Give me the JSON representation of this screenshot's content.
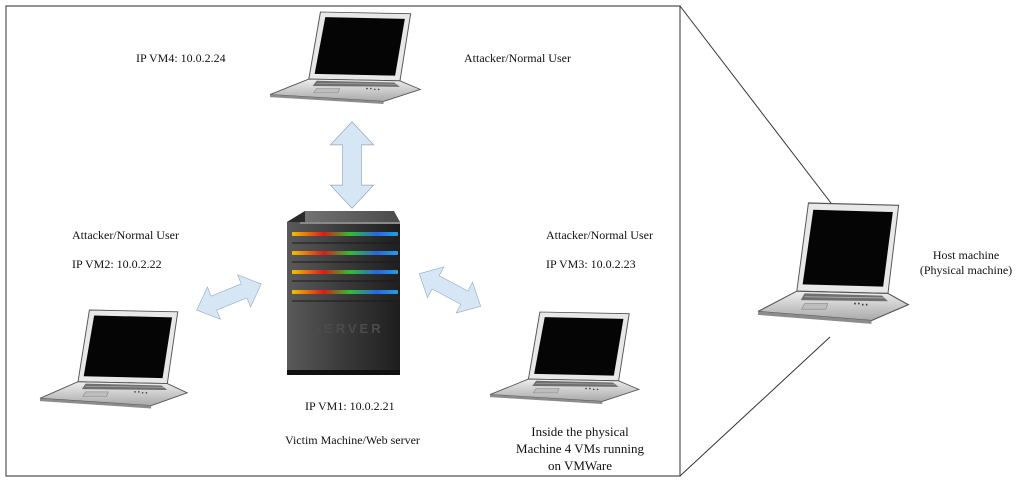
{
  "vm4": {
    "ip": "IP VM4: 10.0.2.24",
    "role": "Attacker/Normal User"
  },
  "vm2": {
    "role": "Attacker/Normal User",
    "ip": "IP VM2: 10.0.2.22"
  },
  "vm3": {
    "role": "Attacker/Normal User",
    "ip": "IP VM3: 10.0.2.23"
  },
  "vm1": {
    "ip": "IP VM1: 10.0.2.21",
    "role": "Victim Machine/Web server",
    "case_text": "SERVER"
  },
  "inside_note": {
    "line1": "Inside the physical",
    "line2": "Machine 4 VMs running",
    "line3": "on VMWare"
  },
  "host": {
    "line1": "Host machine",
    "line2": "(Physical machine)"
  },
  "colors": {
    "arrow_fill": "#d6e6f4",
    "arrow_stroke": "#8fa8c0",
    "screen": "#050505",
    "laptop_body": "#d2d2d2"
  }
}
